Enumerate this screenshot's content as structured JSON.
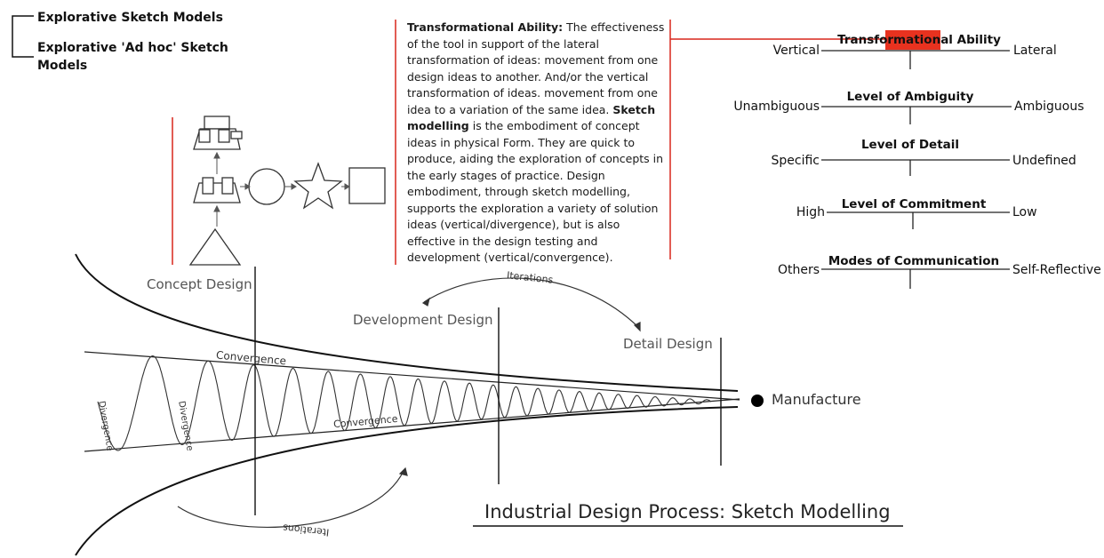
{
  "legend": {
    "item1": "Explorative Sketch Models",
    "item2_line1": "Explorative 'Ad hoc' Sketch",
    "item2_line2": "Models"
  },
  "description": {
    "term1": "Transformational Ability:",
    "text1": " The effectiveness of the tool in support of the lateral transformation of ideas: movement from one design ideas to another. And/or the vertical transformation of ideas. movement from one idea to a variation of the same idea. ",
    "term2": "Sketch modelling",
    "text2": " is the embodiment of concept ideas in physical Form. They are quick to produce, aiding the exploration of concepts in the early stages of practice. Design embodiment, through sketch modelling, supports the exploration a variety of solution ideas (vertical/divergence), but is also effective in the design testing and development (vertical/convergence)."
  },
  "scales": [
    {
      "title": "Transformational Ability",
      "left": "Vertical",
      "right": "Lateral"
    },
    {
      "title": "Level of Ambiguity",
      "left": "Unambiguous",
      "right": "Ambiguous"
    },
    {
      "title": "Level of Detail",
      "left": "Specific",
      "right": "Undefined"
    },
    {
      "title": "Level of Commitment",
      "left": "High",
      "right": "Low"
    },
    {
      "title": "Modes  of Communication",
      "left": "Others",
      "right": "Self-Reflective"
    }
  ],
  "process": {
    "concept": "Concept Design",
    "development": "Development Design",
    "detail": "Detail Design",
    "manufacture": "Manufacture",
    "convergence_top": "Convergence",
    "convergence_mid": "Convergence",
    "divergence1": "Divergence",
    "divergence2": "Divergence",
    "iterations_top": "Iterations",
    "iterations_bottom": "Iterations"
  },
  "title": "Industrial Design Process: Sketch Modelling",
  "colors": {
    "accent_red": "#d9261c",
    "marker_fill": "#e8321f"
  }
}
